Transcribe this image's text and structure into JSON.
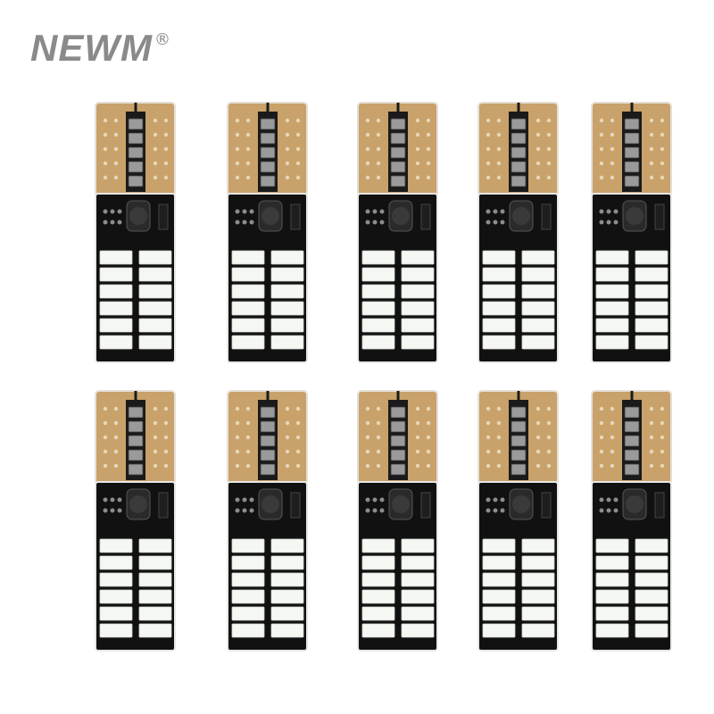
{
  "brand": {
    "logo_text": "NEWM",
    "registered_mark": "®"
  },
  "product": {
    "name_icon": "led-bulb-t10-canbus",
    "quantity_shown": 10,
    "rows": 2,
    "columns": 5
  },
  "colors": {
    "background": "#ffffff",
    "logo": "#8a8a8a",
    "pcb_base": "#c8a26a",
    "pcb_board": "#101010",
    "led_chip": "#f4f7f2"
  }
}
